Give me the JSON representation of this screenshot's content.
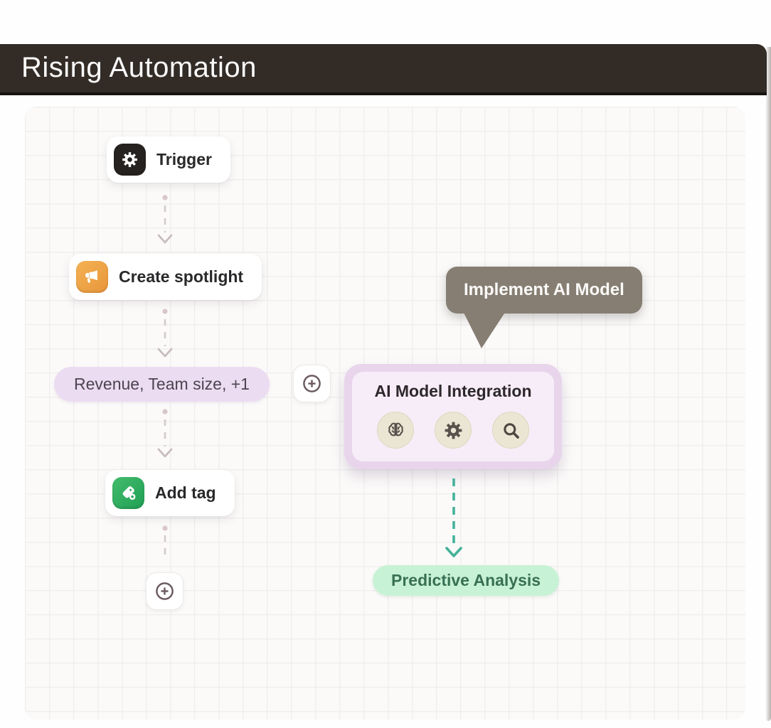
{
  "header": {
    "title": "Rising Automation"
  },
  "workflow": {
    "trigger": {
      "label": "Trigger"
    },
    "spotlight": {
      "label": "Create spotlight"
    },
    "fields": {
      "label": "Revenue, Team size, +1"
    },
    "add_tag": {
      "label": "Add tag"
    },
    "ai_model": {
      "title": "AI Model Integration"
    },
    "predictive": {
      "label": "Predictive Analysis"
    },
    "tooltip": {
      "label": "Implement AI Model"
    }
  },
  "icons": {
    "trigger": "gear-icon",
    "spotlight": "megaphone-icon",
    "add_tag": "tag-icon",
    "add_step": "circle-plus-icon",
    "ai_model": [
      "brain-icon",
      "gear-icon",
      "search-icon"
    ],
    "connector_arrow": "chevron-down-icon"
  },
  "colors": {
    "header_bg": "#332c26",
    "header_text": "#fbfafa",
    "canvas_bg": "#fbfaf9",
    "grid_line": "#f1eeee",
    "trigger_icon_bg": "#26221f",
    "spotlight_icon_bg": "#eca23f",
    "tag_icon_bg": "#2aa65c",
    "fields_pill_bg": "#ecdcf2",
    "ai_card_bg": "#e8d5ec",
    "ai_card_inner_bg": "#f7edf8",
    "ai_circle_bg": "#ebe6d3",
    "tooltip_bg": "#867e73",
    "predictive_pill_bg": "#c8f2d5",
    "predictive_text": "#387054",
    "connector_light": "#d5c9cb",
    "connector_teal": "#45b29b"
  }
}
